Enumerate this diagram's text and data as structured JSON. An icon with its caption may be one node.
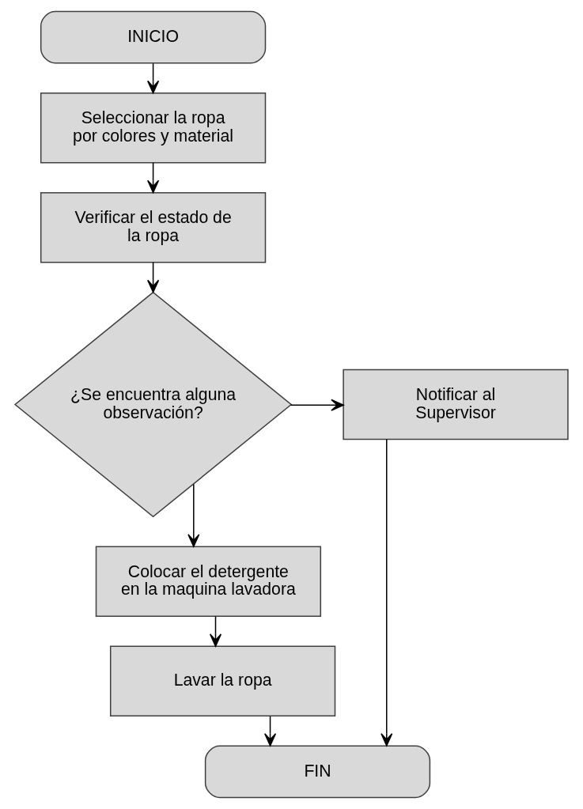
{
  "diagram": {
    "nodes": [
      {
        "text": [
          "INICIO"
        ]
      },
      {
        "text": [
          "Seleccionar la ropa por colores y material"
        ]
      },
      {
        "text": [
          "Verificar el estado de la ropa"
        ]
      },
      {
        "text": [
          "¿Se encuentra alguna observación?"
        ]
      },
      {
        "text": [
          "Notificar al Supervisor"
        ]
      },
      {
        "text": [
          "Colocar el detergente en la maquina lavadora"
        ]
      },
      {
        "text": [
          "Lavar la ropa"
        ]
      },
      {
        "text": [
          "FIN"
        ]
      }
    ],
    "edges": [
      {
        "from": 0,
        "to": 1,
        "arrow": "to"
      },
      {
        "from": 1,
        "to": 2,
        "arrow": "to"
      },
      {
        "from": 2,
        "to": 3,
        "arrow": "to"
      },
      {
        "from": 3,
        "to": 4,
        "arrow": "to"
      },
      {
        "from": 3,
        "to": 5,
        "arrow": "to"
      },
      {
        "from": 5,
        "to": 6,
        "arrow": "to"
      },
      {
        "from": 6,
        "to": 7,
        "arrow": "to"
      },
      {
        "from": 4,
        "to": 7,
        "arrow": "to"
      }
    ]
  }
}
